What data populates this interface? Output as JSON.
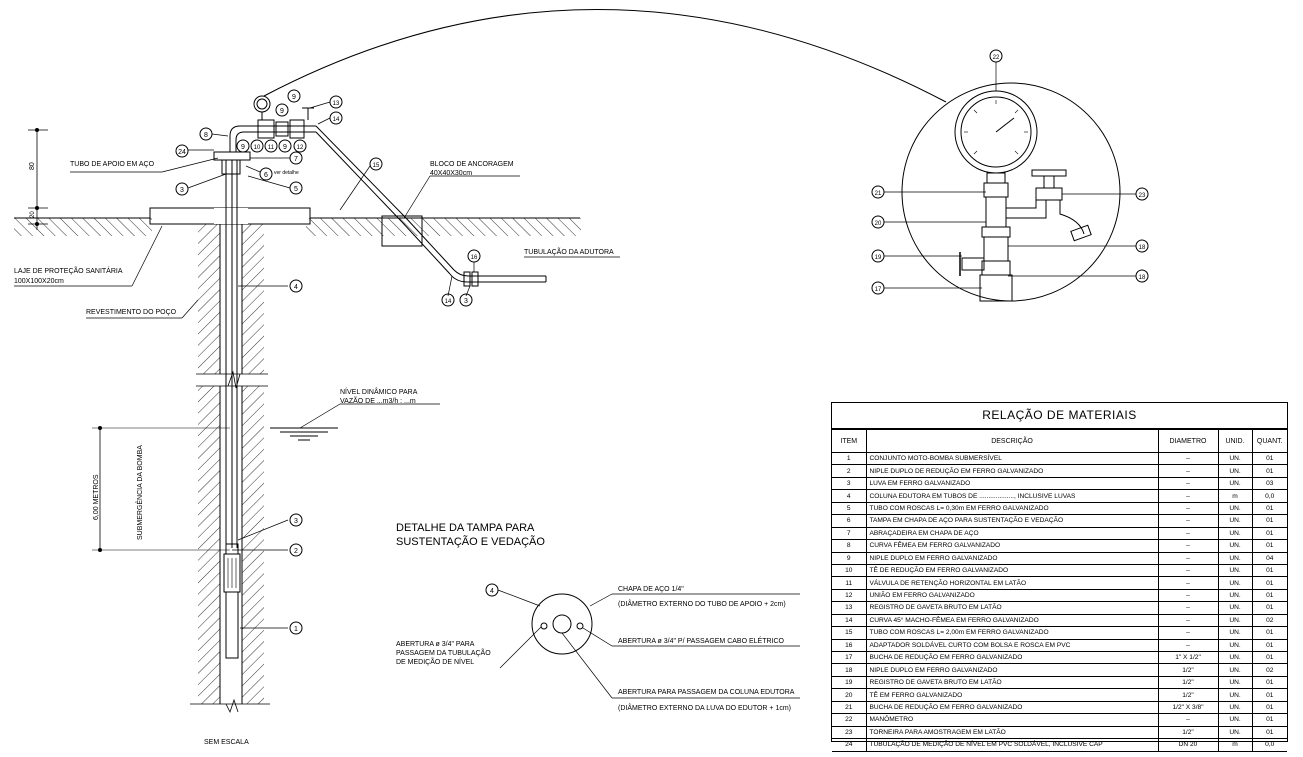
{
  "labels": {
    "tubo_apoio": "TUBO DE APOIO EM AÇO",
    "laje_1": "LAJE DE PROTEÇÃO SANITÁRIA",
    "laje_2": "100X100X20cm",
    "revestimento": "REVESTIMENTO DO POÇO",
    "nivel_1": "NÍVEL DINÂMICO PARA",
    "nivel_2": "VAZÃO DE ...m3/h : ...m",
    "submergencia": "SUBMERGÊNCIA DA BOMBA",
    "metros": "6,00 METROS",
    "dim_80": "80",
    "dim_20": "20",
    "bloco_1": "BLOCO DE ANCORAGEM",
    "bloco_2": "40X40X30cm",
    "adutora": "TUBULAÇÃO DA ADUTORA",
    "ver_detalhe": "ver detalhe",
    "sem_escala": "SEM ESCALA",
    "detalhe_1": "DETALHE DA TAMPA PARA",
    "detalhe_2": "SUSTENTAÇÃO E VEDAÇÃO",
    "chapa_1": "CHAPA DE AÇO 1/4\"",
    "chapa_2": "(DIÂMETRO EXTERNO DO TUBO DE APOIO + 2cm)",
    "abertura_cabo": "ABERTURA ø 3/4\" P/ PASSAGEM CABO ELÉTRICO",
    "abertura_nivel_1": "ABERTURA ø 3/4\" PARA",
    "abertura_nivel_2": "PASSAGEM DA TUBULAÇÃO",
    "abertura_nivel_3": "DE MEDIÇÃO DE NÍVEL",
    "abertura_col_1": "ABERTURA PARA PASSAGEM DA COLUNA EDUTORA",
    "abertura_col_2": "(DIÂMETRO EXTERNO DA LUVA DO EDUTOR + 1cm)"
  },
  "callouts": {
    "c1": "1",
    "c2": "2",
    "c3a": "3",
    "c3b": "3",
    "c3c": "3",
    "c4": "4",
    "c4b": "4",
    "c5": "5",
    "c6": "6",
    "c7": "7",
    "c8": "8",
    "c9a": "9",
    "c9b": "9",
    "c9c": "9",
    "c10": "10",
    "c11": "11",
    "c12": "12",
    "c13": "13",
    "c14a": "14",
    "c14b": "14",
    "c15": "15",
    "c16": "16",
    "c17": "17",
    "c18a": "18",
    "c18b": "18",
    "c19": "19",
    "c20": "20",
    "c21": "21",
    "c22": "22",
    "c23": "23",
    "c24": "24"
  },
  "materials": {
    "title": "RELAÇÃO DE MATERIAIS",
    "headers": [
      "ITEM",
      "DESCRIÇÃO",
      "DIAMETRO",
      "UNID.",
      "QUANT."
    ],
    "rows": [
      [
        "1",
        "CONJUNTO MOTO-BOMBA SUBMERSÍVEL",
        "–",
        "UN.",
        "01"
      ],
      [
        "2",
        "NIPLE DUPLO DE REDUÇÃO EM FERRO GALVANIZADO",
        "–",
        "UN.",
        "01"
      ],
      [
        "3",
        "LUVA EM FERRO GALVANIZADO",
        "–",
        "UN.",
        "03"
      ],
      [
        "4",
        "COLUNA EDUTORA EM TUBOS DE ..................., INCLUSIVE LUVAS",
        "–",
        "m",
        "0,0"
      ],
      [
        "5",
        "TUBO COM ROSCAS L= 0,30m EM FERRO GALVANIZADO",
        "–",
        "UN.",
        "01"
      ],
      [
        "6",
        "TAMPA EM CHAPA DE AÇO PARA SUSTENTAÇÃO E VEDAÇÃO",
        "–",
        "UN.",
        "01"
      ],
      [
        "7",
        "ABRAÇADEIRA EM CHAPA DE AÇO",
        "–",
        "UN.",
        "01"
      ],
      [
        "8",
        "CURVA FÊMEA EM FERRO GALVANIZADO",
        "–",
        "UN.",
        "01"
      ],
      [
        "9",
        "NIPLE DUPLO EM FERRO GALVANIZADO",
        "–",
        "UN.",
        "04"
      ],
      [
        "10",
        "TÊ DE REDUÇÃO EM FERRO GALVANIZADO",
        "–",
        "UN.",
        "01"
      ],
      [
        "11",
        "VÁLVULA DE RETENÇÃO HORIZONTAL EM LATÃO",
        "–",
        "UN.",
        "01"
      ],
      [
        "12",
        "UNIÃO EM FERRO GALVANIZADO",
        "–",
        "UN.",
        "01"
      ],
      [
        "13",
        "REGISTRO DE GAVETA BRUTO EM LATÃO",
        "–",
        "UN.",
        "01"
      ],
      [
        "14",
        "CURVA 45° MACHO-FÊMEA EM FERRO GALVANIZADO",
        "–",
        "UN.",
        "02"
      ],
      [
        "15",
        "TUBO COM ROSCAS L= 2,00m EM FERRO GALVANIZADO",
        "–",
        "UN.",
        "01"
      ],
      [
        "16",
        "ADAPTADOR SOLDÁVEL CURTO COM BOLSA E ROSCA EM PVC",
        "–",
        "UN.",
        "01"
      ],
      [
        "17",
        "BUCHA DE REDUÇÃO EM FERRO GALVANIZADO",
        "1\" X 1/2\"",
        "UN.",
        "01"
      ],
      [
        "18",
        "NIPLE DUPLO EM FERRO GALVANIZADO",
        "1/2\"",
        "UN.",
        "02"
      ],
      [
        "19",
        "REGISTRO DE GAVETA BRUTO EM LATÃO",
        "1/2\"",
        "UN.",
        "01"
      ],
      [
        "20",
        "TÊ EM FERRO GALVANIZADO",
        "1/2\"",
        "UN.",
        "01"
      ],
      [
        "21",
        "BUCHA DE REDUÇÃO EM FERRO GALVANIZADO",
        "1/2\" X 3/8\"",
        "UN.",
        "01"
      ],
      [
        "22",
        "MANÔMETRO",
        "–",
        "UN.",
        "01"
      ],
      [
        "23",
        "TORNEIRA PARA AMOSTRAGEM EM LATÃO",
        "1/2\"",
        "UN.",
        "01"
      ],
      [
        "24",
        "TUBULAÇÃO DE MEDIÇÃO DE NÍVEL EM PVC SOLDÁVEL, INCLUSIVE CAP",
        "DN 20",
        "m",
        "0,0"
      ]
    ]
  }
}
